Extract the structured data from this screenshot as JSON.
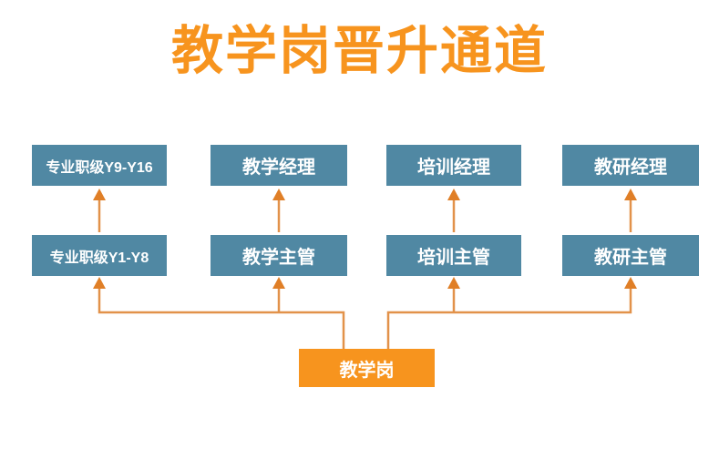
{
  "title": "教学岗晋升通道",
  "colors": {
    "title": "#F7941E",
    "level_box": "#5088A3",
    "root_box": "#F7941E",
    "connector_line": "#E2924A",
    "arrowhead": "#E07F27",
    "box_text": "#FFFFFF",
    "background": "#FFFFFF"
  },
  "diagram": {
    "root": {
      "label": "教学岗"
    },
    "tracks": [
      {
        "senior": "专业职级Y9-Y16",
        "junior": "专业职级Y1-Y8"
      },
      {
        "senior": "教学经理",
        "junior": "教学主管"
      },
      {
        "senior": "培训经理",
        "junior": "培训主管"
      },
      {
        "senior": "教研经理",
        "junior": "教研主管"
      }
    ]
  }
}
